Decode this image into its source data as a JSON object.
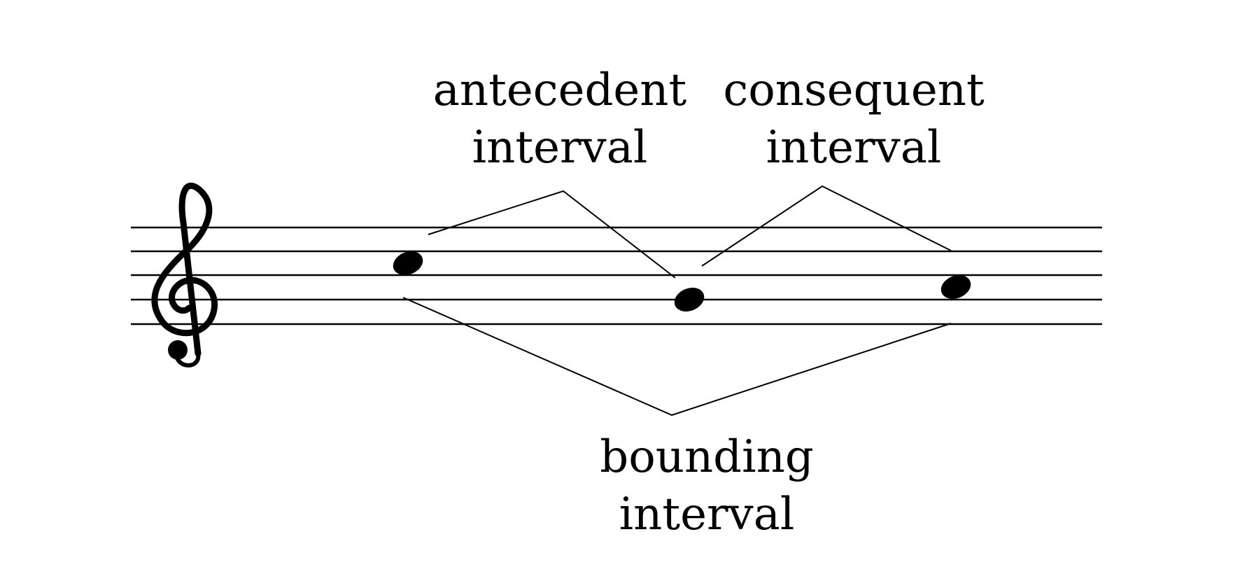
{
  "labels": {
    "antecedent": [
      "antecedent",
      "interval"
    ],
    "consequent": [
      "consequent",
      "interval"
    ],
    "bounding": [
      "bounding",
      "interval"
    ]
  },
  "clef": "treble-clef-icon",
  "colors": {
    "ink": "#000000",
    "background": "#ffffff"
  }
}
